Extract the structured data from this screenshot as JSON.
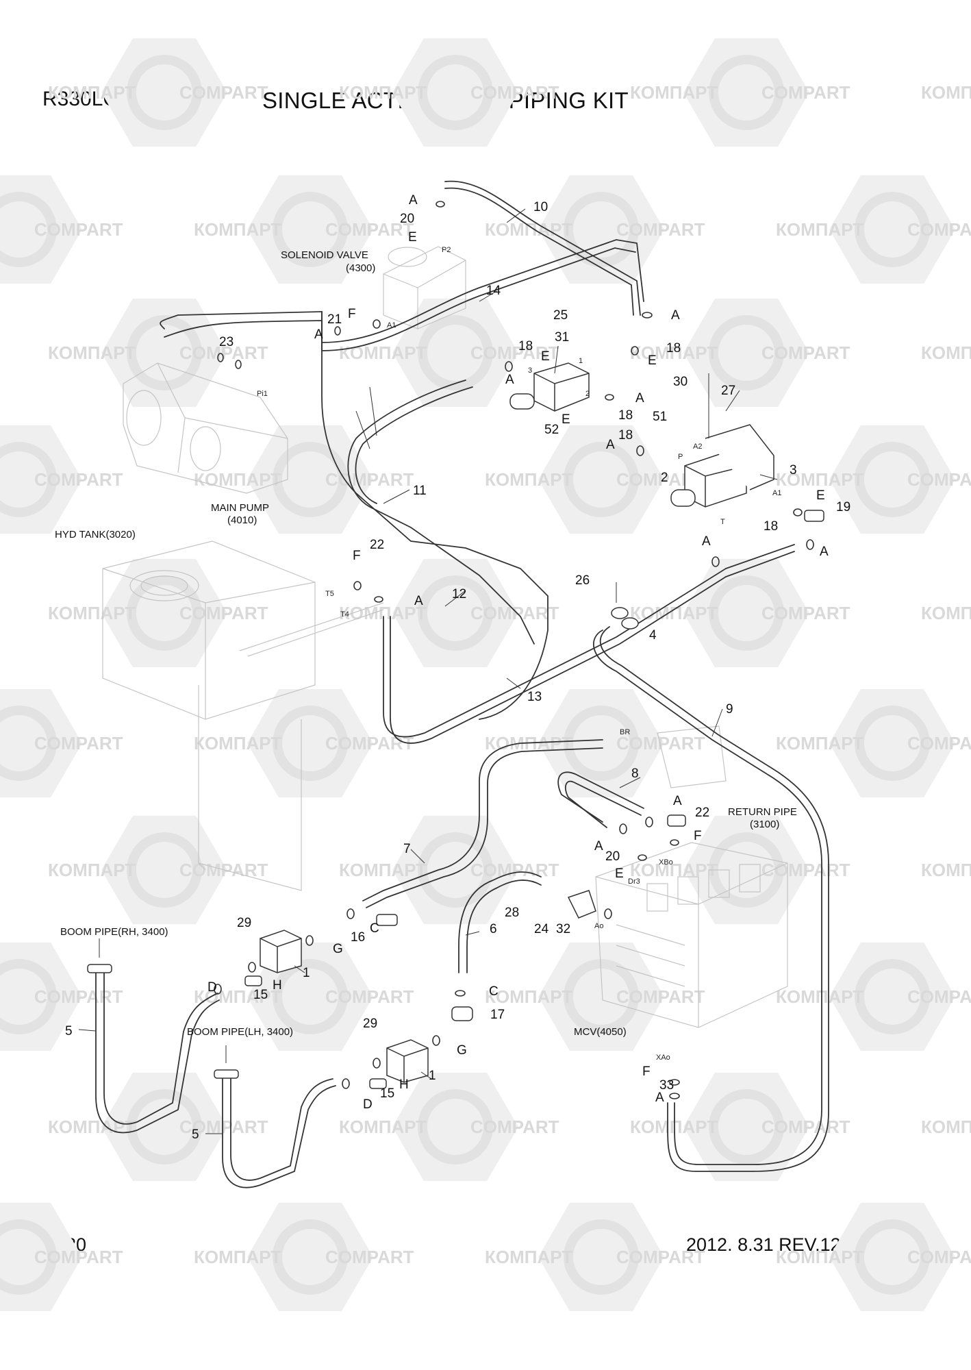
{
  "header": {
    "model": "R330LC-9A",
    "title": "SINGLE ACTING MAIN PIPING KIT"
  },
  "footer": {
    "page": "3720",
    "revision": "2012. 8.31  REV.12H"
  },
  "watermark": {
    "text_ru": "КОМПАРТ",
    "text_en": "COMPART",
    "color": "#d9d9d9"
  },
  "components": {
    "solenoid_valve": "SOLENOID VALVE",
    "solenoid_valve_ref": "(4300)",
    "main_pump": "MAIN PUMP",
    "main_pump_ref": "(4010)",
    "hyd_tank": "HYD TANK(3020)",
    "return_pipe": "RETURN PIPE",
    "return_pipe_ref": "(3100)",
    "boom_pipe_rh": "BOOM PIPE(RH, 3400)",
    "boom_pipe_lh": "BOOM PIPE(LH, 3400)",
    "mcv": "MCV(4050)"
  },
  "ports": [
    "P2",
    "Pi1",
    "A1",
    "A2",
    "P",
    "T",
    "T5",
    "T4",
    "BR",
    "XBo",
    "Dr3",
    "Ao",
    "XAo",
    "1",
    "2",
    "3"
  ],
  "callouts": [
    "1",
    "2",
    "3",
    "4",
    "5",
    "6",
    "7",
    "8",
    "9",
    "10",
    "11",
    "12",
    "13",
    "14",
    "15",
    "16",
    "17",
    "18",
    "19",
    "20",
    "21",
    "22",
    "23",
    "24",
    "25",
    "26",
    "27",
    "28",
    "29",
    "30",
    "31",
    "32",
    "33",
    "51",
    "52",
    "A",
    "C",
    "D",
    "E",
    "F",
    "G",
    "H"
  ],
  "colors": {
    "line": "#333333",
    "faint": "#bdbdbd",
    "text": "#111111"
  }
}
